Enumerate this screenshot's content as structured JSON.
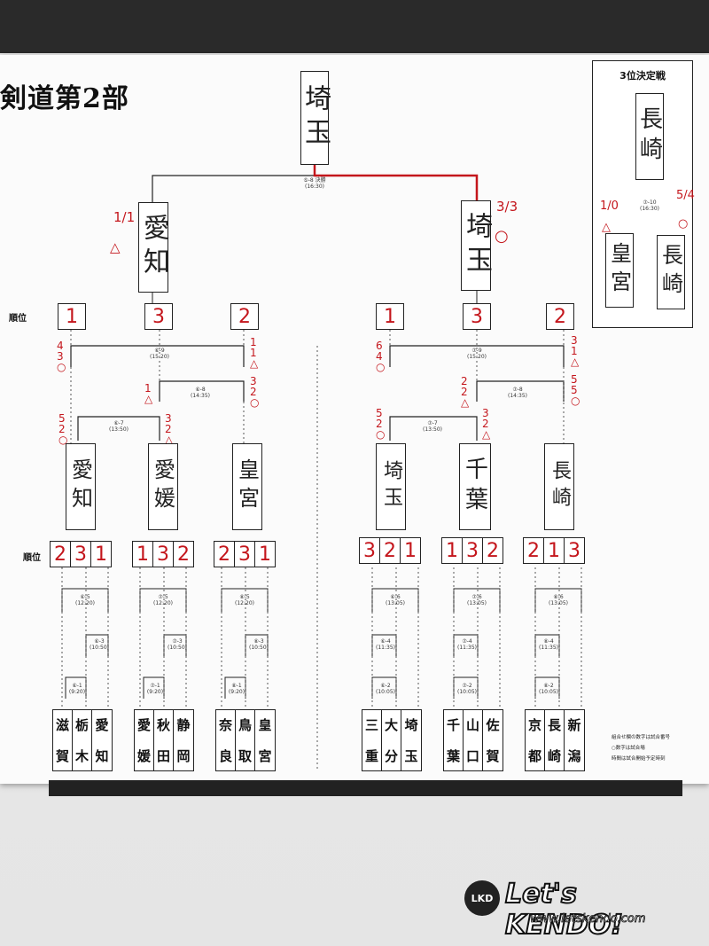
{
  "title": "剣道第2部",
  "final": {
    "winner": "埼玉",
    "match": "⑤-8 決勝",
    "time": "(16:30)"
  },
  "semis": {
    "left": {
      "team": "愛知",
      "score": "1/1",
      "mark": "△"
    },
    "right": {
      "team": "埼玉",
      "score": "3/3",
      "mark": "○"
    }
  },
  "third_place": {
    "heading": "3位決定戦",
    "winner": "長崎",
    "match": "⑦-10",
    "time": "(16:30)",
    "left": {
      "team": "皇宮",
      "score": "1/0",
      "mark": "△"
    },
    "right": {
      "team": "長崎",
      "score": "5/4",
      "mark": "○"
    }
  },
  "rank_label": "順位",
  "block_ranks": [
    "1",
    "3",
    "2",
    "1",
    "3",
    "2"
  ],
  "block_matches": [
    {
      "match": "⑥-9",
      "time": "(15:20)"
    },
    {
      "match": "⑥-8",
      "time": "(14:35)"
    },
    {
      "match": "⑥-7",
      "time": "(13:50)"
    },
    {
      "match": "⑦-9",
      "time": "(15:20)"
    },
    {
      "match": "⑦-8",
      "time": "(14:35)"
    },
    {
      "match": "⑦-7",
      "time": "(13:50)"
    }
  ],
  "block_winners": [
    "愛知",
    "愛媛",
    "皇宮",
    "埼玉",
    "千葉",
    "長崎"
  ],
  "group_ranks": [
    [
      "2",
      "3",
      "1"
    ],
    [
      "1",
      "3",
      "2"
    ],
    [
      "2",
      "3",
      "1"
    ],
    [
      "3",
      "2",
      "1"
    ],
    [
      "1",
      "3",
      "2"
    ],
    [
      "2",
      "1",
      "3"
    ]
  ],
  "group_matches": [
    [
      "⑥-5",
      "(12:20)",
      "⑥-3",
      "(10:50)",
      "⑥-1",
      "(9:20)"
    ],
    [
      "⑦-5",
      "(12:20)",
      "⑦-3",
      "(10:50)",
      "⑦-1",
      "(9:20)"
    ],
    [
      "⑧-5",
      "(12:20)",
      "⑧-3",
      "(10:50)",
      "⑧-1",
      "(9:20)"
    ],
    [
      "⑥-6",
      "(13:05)",
      "⑥-4",
      "(11:35)",
      "⑥-2",
      "(10:05)"
    ],
    [
      "⑦-6",
      "(13:05)",
      "⑦-4",
      "(11:35)",
      "⑦-2",
      "(10:05)"
    ],
    [
      "⑧-6",
      "(13:05)",
      "⑧-4",
      "(11:35)",
      "⑧-2",
      "(10:05)"
    ]
  ],
  "prefectures": [
    [
      [
        "滋",
        "賀"
      ],
      [
        "栃",
        "木"
      ],
      [
        "愛",
        "知"
      ]
    ],
    [
      [
        "愛",
        "媛"
      ],
      [
        "秋",
        "田"
      ],
      [
        "静",
        "岡"
      ]
    ],
    [
      [
        "奈",
        "良"
      ],
      [
        "鳥",
        "取"
      ],
      [
        "皇",
        "宮"
      ]
    ],
    [
      [
        "三",
        "重"
      ],
      [
        "大",
        "分"
      ],
      [
        "埼",
        "玉"
      ]
    ],
    [
      [
        "千",
        "葉"
      ],
      [
        "山",
        "口"
      ],
      [
        "佐",
        "賀"
      ]
    ],
    [
      [
        "京",
        "都"
      ],
      [
        "長",
        "崎"
      ],
      [
        "新",
        "潟"
      ]
    ]
  ],
  "notes": [
    "組合せ欄の数字は試合番号",
    "○数字は試合場",
    "時間は試合開始予定時刻"
  ],
  "logo": {
    "text": "Let's KENDO!",
    "url": "www.letskendo.com",
    "badge": "LKD"
  }
}
